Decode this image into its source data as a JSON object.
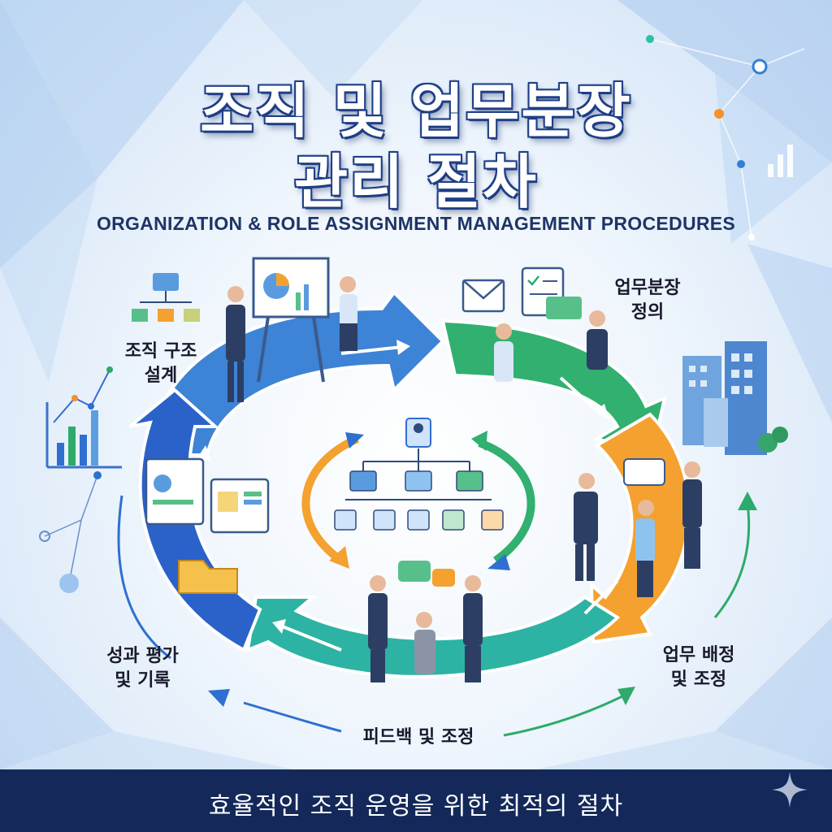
{
  "title": {
    "line1": "조직 및 업무분장",
    "line2": "관리 절차",
    "subtitle": "ORGANIZATION & ROLE ASSIGNMENT MANAGEMENT PROCEDURES"
  },
  "cycle": {
    "steps": [
      {
        "label": "조직 구조\n설계",
        "color": "#2f6fd0"
      },
      {
        "label": "업무분장\n정의",
        "color": "#2eaa6a"
      },
      {
        "label": "업무 배정\n및 조정",
        "color": "#f39a2b"
      },
      {
        "label": "피드백 및 조정",
        "color": "#2aa59a"
      },
      {
        "label": "성과 평가\n및 기록",
        "color": "#2a62c9"
      }
    ]
  },
  "footer": {
    "text": "효율적인 조직 운영을 위한 최적의 절차"
  },
  "colors": {
    "title_outline": "#1f3f86",
    "footer_bg": "#14295a",
    "blue": "#2f6fd0",
    "green": "#2eaa6a",
    "orange": "#f39a2b",
    "teal": "#2aa59a"
  }
}
